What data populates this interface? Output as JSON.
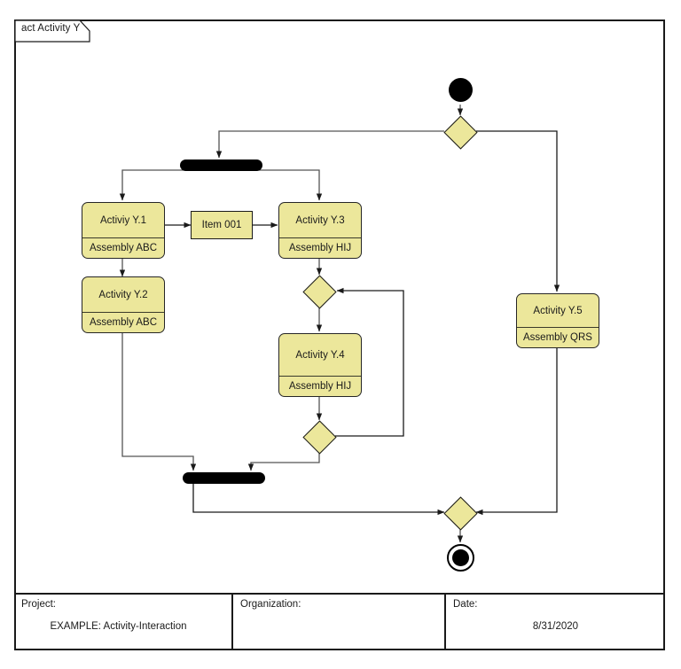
{
  "diagram": {
    "frame_label": "act Activity Y",
    "kind": "uml-activity-diagram"
  },
  "nodes": {
    "initial": {
      "name": "initial-node",
      "shape": "filled-circle"
    },
    "final": {
      "name": "activity-final-node",
      "shape": "circle-in-ring"
    },
    "decision_top": {
      "name": "decision-node-top",
      "shape": "diamond"
    },
    "decision_mid_upper": {
      "name": "merge-node-upper",
      "shape": "diamond"
    },
    "decision_mid_lower": {
      "name": "decision-node-lower",
      "shape": "diamond"
    },
    "merge_final": {
      "name": "merge-node-final",
      "shape": "diamond"
    },
    "fork": {
      "name": "fork-bar",
      "shape": "thick-bar"
    },
    "join": {
      "name": "join-bar",
      "shape": "thick-bar"
    }
  },
  "activities": [
    {
      "id": "y1",
      "title": "Activiy Y.1",
      "partition": "Assembly ABC"
    },
    {
      "id": "y2",
      "title": "Activity Y.2",
      "partition": "Assembly ABC"
    },
    {
      "id": "y3",
      "title": "Activity Y.3",
      "partition": "Assembly HIJ"
    },
    {
      "id": "y4",
      "title": "Activity Y.4",
      "partition": "Assembly HIJ"
    },
    {
      "id": "y5",
      "title": "Activity Y.5",
      "partition": "Assembly QRS"
    }
  ],
  "objects": [
    {
      "id": "item001",
      "label": "Item 001"
    }
  ],
  "footer": {
    "project_label": "Project:",
    "project_value": "EXAMPLE: Activity-Interaction",
    "organization_label": "Organization:",
    "organization_value": "",
    "date_label": "Date:",
    "date_value": "8/31/2020"
  },
  "colors": {
    "node_fill": "#ece79b",
    "stroke": "#1a1a1a",
    "bar_fill": "#000000",
    "background": "#ffffff"
  }
}
